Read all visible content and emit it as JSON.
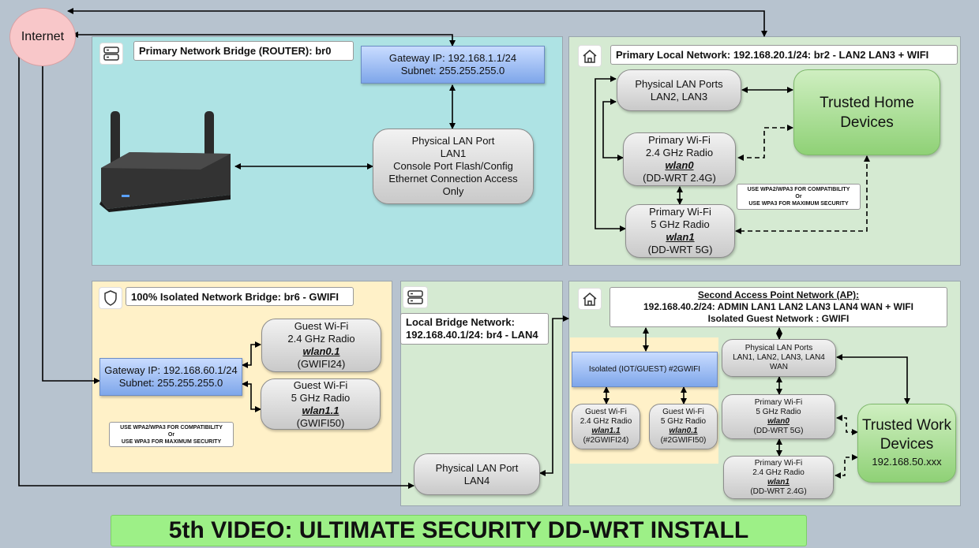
{
  "internet": "Internet",
  "router_panel": {
    "title": "Primary Network Bridge (ROUTER): br0",
    "gateway": {
      "line1": "Gateway IP: 192.168.1.1/24",
      "line2": "Subnet: 255.255.255.0"
    },
    "lan_port": {
      "line1": "Physical LAN Port",
      "line2": "LAN1",
      "line3": "Console Port Flash/Config",
      "line4": "Ethernet Connection Access",
      "line5": "Only"
    }
  },
  "local_panel": {
    "title": "Primary Local Network: 192.168.20.1/24: br2 - LAN2 LAN3 + WIFI",
    "lan_ports": {
      "line1": "Physical LAN Ports",
      "line2": "LAN2, LAN3"
    },
    "wifi24": {
      "line1": "Primary Wi-Fi",
      "line2": "2.4 GHz Radio",
      "line3": "wlan0",
      "line4": "(DD-WRT 2.4G)"
    },
    "wifi5": {
      "line1": "Primary Wi-Fi",
      "line2": "5 GHz Radio",
      "line3": "wlan1",
      "line4": "(DD-WRT 5G)"
    },
    "trusted": {
      "line1": "Trusted Home",
      "line2": "Devices"
    },
    "note": {
      "line1": "USE WPA2/WPA3 FOR COMPATIBILITY",
      "line2": "Or",
      "line3": "USE WPA3 FOR MAXIMUM SECURITY"
    }
  },
  "guest_panel": {
    "title": "100% Isolated Network Bridge: br6 - GWIFI",
    "gateway": {
      "line1": "Gateway IP: 192.168.60.1/24",
      "line2": "Subnet: 255.255.255.0"
    },
    "wifi24": {
      "line1": "Guest Wi-Fi",
      "line2": "2.4 GHz Radio",
      "line3": "wlan0.1",
      "line4": "(GWIFI24)"
    },
    "wifi5": {
      "line1": "Guest Wi-Fi",
      "line2": "5 GHz Radio",
      "line3": "wlan1.1",
      "line4": "(GWIFI50)"
    },
    "note": {
      "line1": "USE WPA2/WPA3 FOR COMPATIBILITY",
      "line2": "Or",
      "line3": "USE WPA3 FOR MAXIMUM SECURITY"
    }
  },
  "bridge_panel": {
    "title_line1": "Local Bridge Network:",
    "title_line2": "192.168.40.1/24: br4 - LAN4",
    "lan_port": {
      "line1": "Physical LAN Port",
      "line2": "LAN4"
    }
  },
  "ap_panel": {
    "title_line1": "Second Access Point Network (AP):",
    "title_line2": "192.168.40.2/24: ADMIN LAN1 LAN2 LAN3 LAN4 WAN + WIFI",
    "title_line3": "Isolated Guest Network : GWIFI",
    "isolated": "Isolated (IOT/GUEST) #2GWIFI",
    "g24": {
      "line1": "Guest Wi-Fi",
      "line2": "2.4 GHz Radio",
      "line3": "wlan1.1",
      "line4": "(#2GWIFI24)"
    },
    "g5": {
      "line1": "Guest Wi-Fi",
      "line2": "5 GHz Radio",
      "line3": "wlan0.1",
      "line4": "(#2GWIFI50)"
    },
    "lan_ports": {
      "line1": "Physical LAN Ports",
      "line2": "LAN1, LAN2, LAN3, LAN4",
      "line3": "WAN"
    },
    "p5": {
      "line1": "Primary Wi-Fi",
      "line2": "5 GHz Radio",
      "line3": "wlan0",
      "line4": "(DD-WRT 5G)"
    },
    "p24": {
      "line1": "Primary Wi-Fi",
      "line2": "2.4 GHz Radio",
      "line3": "wlan1",
      "line4": "(DD-WRT 2.4G)"
    },
    "trusted": {
      "line1": "Trusted Work",
      "line2": "Devices",
      "line3": "192.168.50.xxx"
    }
  },
  "banner": "5th VIDEO: ULTIMATE SECURITY DD-WRT INSTALL"
}
